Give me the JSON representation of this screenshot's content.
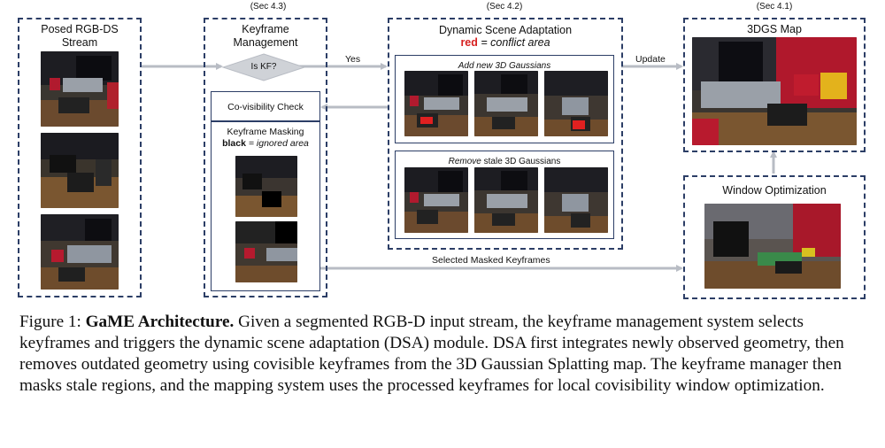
{
  "figure": {
    "sections": {
      "keyframe": "(Sec 4.3)",
      "dsa": "(Sec 4.2)",
      "map": "(Sec 4.1)"
    },
    "stream": {
      "title": "Posed RGB-DS Stream"
    },
    "keyframe_mgmt": {
      "title": "Keyframe Management",
      "decision": "Is KF?",
      "covis_check": "Co-visibility Check",
      "masking_title": "Keyframe Masking",
      "masking_key": "black",
      "masking_desc": "= ignored area"
    },
    "dsa": {
      "title": "Dynamic Scene Adaptation",
      "legend_key": "red",
      "legend_desc": "= conflict area",
      "add_title": "Add new 3D Gaussians",
      "remove_em": "Remove",
      "remove_rest": "stale 3D Gaussians"
    },
    "map": {
      "title": "3DGS Map"
    },
    "window_opt": {
      "title": "Window Optimization"
    },
    "arrows": {
      "yes": "Yes",
      "update": "Update",
      "selected": "Selected Masked Keyframes"
    },
    "colors": {
      "border": "#2c3e66",
      "arrow": "#b8bcc4",
      "conflict_red": "#d62020"
    },
    "icons": {
      "decision": "diamond-icon",
      "arrow": "arrow-icon"
    }
  },
  "caption": {
    "label": "Figure 1:",
    "bold": "GaME Architecture.",
    "text": "Given a segmented RGB-D input stream, the keyframe management system selects keyframes and triggers the dynamic scene adaptation (DSA) module. DSA first integrates newly observed geometry, then removes outdated geometry using covisible keyframes from the 3D Gaussian Splatting map. The keyframe manager then masks stale regions, and the mapping system uses the processed keyframes for local covisibility window optimization."
  }
}
